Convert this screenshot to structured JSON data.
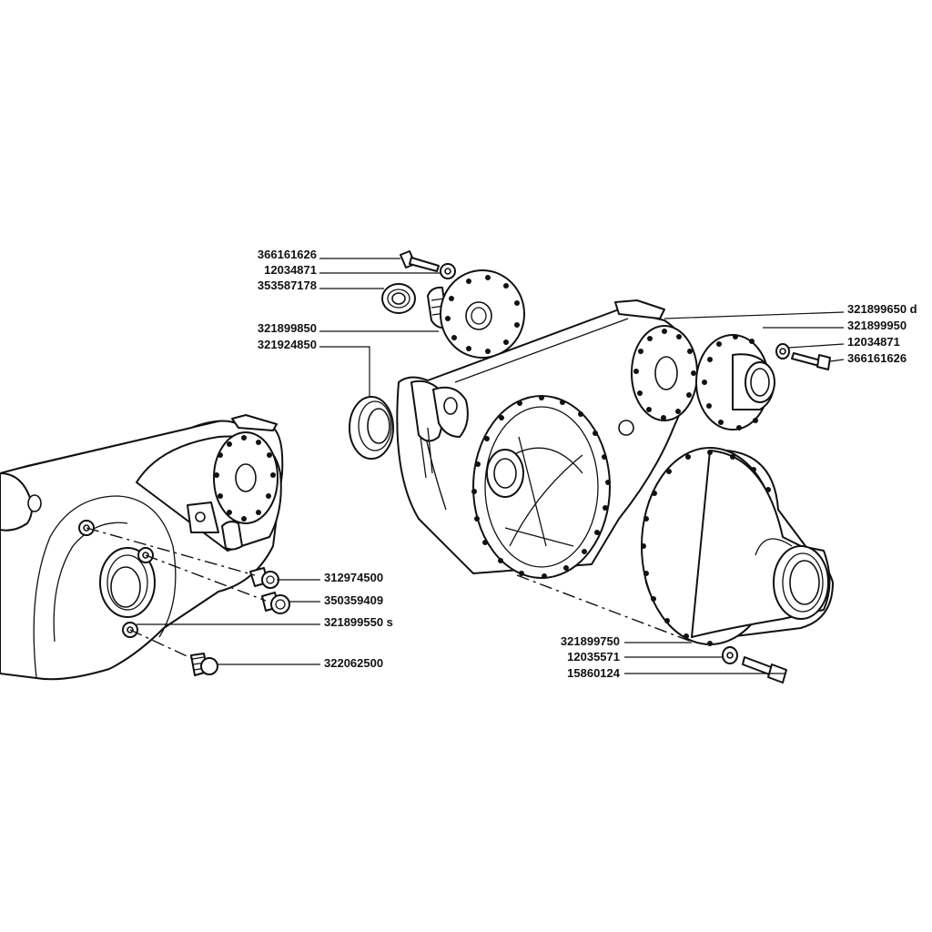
{
  "callouts": {
    "c366161626_top": "366161626",
    "c12034871_top": "12034871",
    "c353587178": "353587178",
    "c321899850": "321899850",
    "c321924850": "321924850",
    "c321899650": "321899650 d",
    "c321899950": "321899950",
    "c12034871_right": "12034871",
    "c366161626_right": "366161626",
    "c312974500": "312974500",
    "c350359409": "350359409",
    "c321899550": "321899550 s",
    "c322062500": "322062500",
    "c321899750": "321899750",
    "c12035571": "12035571",
    "c15860124": "15860124"
  }
}
